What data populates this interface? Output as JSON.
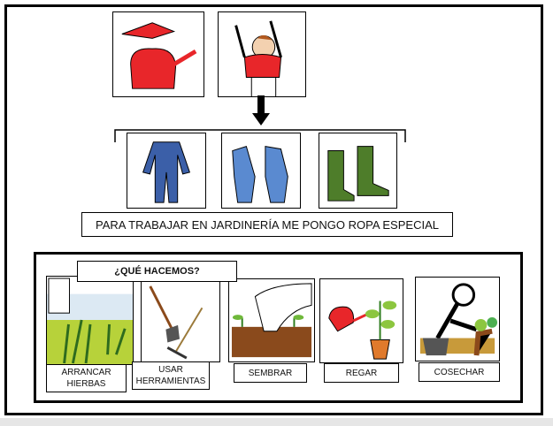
{
  "main_caption": "PARA TRABAJAR EN JARDINERÍA ME PONGO ROPA ESPECIAL",
  "activities_title": "¿QUÉ HACEMOS?",
  "activities": [
    {
      "label": "ARRANCAR HIERBAS"
    },
    {
      "label": "USAR HERRAMIENTAS"
    },
    {
      "label": "SEMBRAR"
    },
    {
      "label": "REGAR"
    },
    {
      "label": "COSECHAR"
    }
  ],
  "colors": {
    "red": "#e8262a",
    "blue": "#3b5fa8",
    "green": "#4e7d2a",
    "soil": "#8a4a1c"
  }
}
